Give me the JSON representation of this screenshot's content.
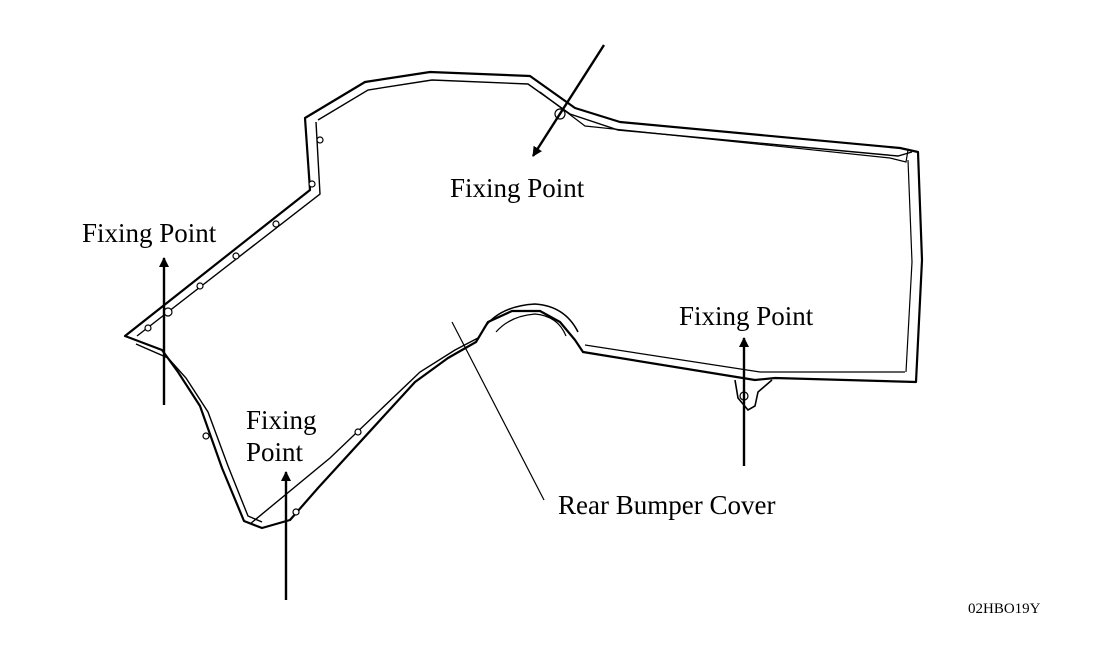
{
  "labels": {
    "fixing_top": "Fixing Point",
    "fixing_left": "Fixing Point",
    "fixing_right": "Fixing Point",
    "fixing_bottom_line1": "Fixing",
    "fixing_bottom_line2": "Point",
    "part_name": "Rear Bumper Cover"
  },
  "figure_code": "02HBO19Y",
  "colors": {
    "line": "#000000",
    "background": "#ffffff"
  }
}
